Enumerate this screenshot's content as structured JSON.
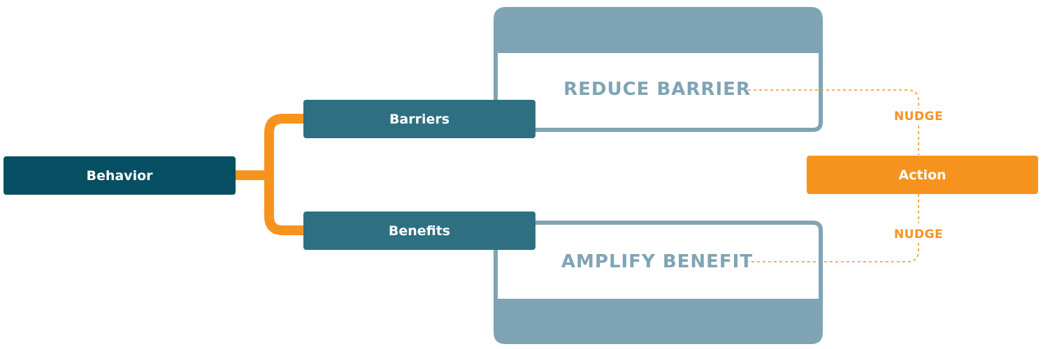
{
  "colors": {
    "behavior": "#064f63",
    "category": "#2f6f82",
    "panel": "#7fa4b5",
    "orange": "#f6931f"
  },
  "nodes": {
    "behavior": "Behavior",
    "barriers": "Barriers",
    "benefits": "Benefits",
    "action": "Action"
  },
  "panels": {
    "reduce": "REDUCE BARRIER",
    "amplify": "AMPLIFY BENEFIT"
  },
  "nudges": {
    "top": "NUDGE",
    "bottom": "NUDGE"
  }
}
